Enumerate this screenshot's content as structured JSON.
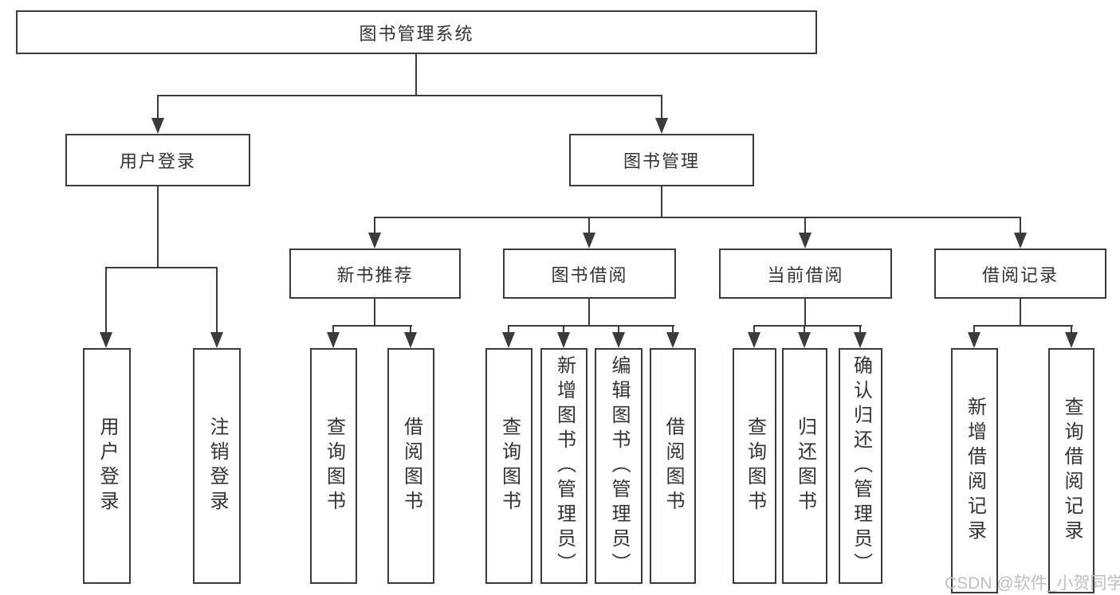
{
  "tree": {
    "label": "图书管理系统",
    "children": [
      {
        "label": "用户登录",
        "children": [
          {
            "label": "用户登录"
          },
          {
            "label": "注销登录"
          }
        ]
      },
      {
        "label": "图书管理",
        "children": [
          {
            "label": "新书推荐",
            "children": [
              {
                "label": "查询图书"
              },
              {
                "label": "借阅图书"
              }
            ]
          },
          {
            "label": "图书借阅",
            "children": [
              {
                "label": "查询图书"
              },
              {
                "label": "新增图书（管理员）"
              },
              {
                "label": "编辑图书（管理员）"
              },
              {
                "label": "借阅图书"
              }
            ]
          },
          {
            "label": "当前借阅",
            "children": [
              {
                "label": "查询图书"
              },
              {
                "label": "归还图书"
              },
              {
                "label": "确认归还（管理员）"
              }
            ]
          },
          {
            "label": "借阅记录",
            "children": [
              {
                "label": "新增借阅记录"
              },
              {
                "label": "查询借阅记录"
              }
            ]
          }
        ]
      }
    ]
  },
  "watermark": {
    "text": "CSDN @软件_小贺同学"
  },
  "colors": {
    "line": "#3b3b3b",
    "border": "#3a3a3a",
    "text": "#333333",
    "watermark": "#bfbfbf",
    "background": "#ffffff"
  }
}
